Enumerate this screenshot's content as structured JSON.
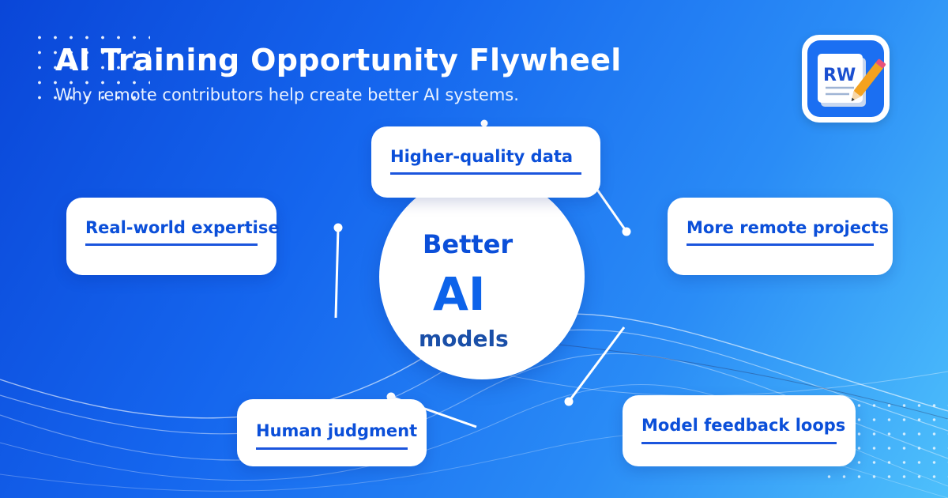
{
  "header": {
    "title": "AI Training Opportunity Flywheel",
    "subtitle": "Why remote contributors help create better AI systems."
  },
  "logo": {
    "text": "RW",
    "icon": "notepad-pencil-icon"
  },
  "hub": {
    "line1": "Better",
    "line2": "AI",
    "line3": "models"
  },
  "nodes": [
    {
      "label": "Higher-quality data"
    },
    {
      "label": "Real-world expertise"
    },
    {
      "label": "More remote projects"
    },
    {
      "label": "Human judgment"
    },
    {
      "label": "Model feedback loops"
    }
  ],
  "colors": {
    "background_start": "#0a46d8",
    "background_end": "#4ec0fb",
    "accent": "#0b4fd9",
    "card": "#ffffff"
  }
}
